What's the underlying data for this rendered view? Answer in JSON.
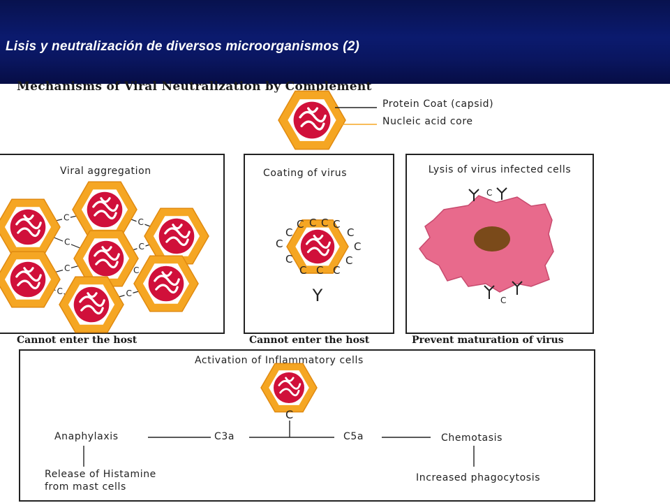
{
  "slide_title": "Lisis y neutralización de diversos microorganismos (2)",
  "figure": {
    "title": "Mechanisms of Viral Neutralization by Complement",
    "legend": {
      "protein_coat": "Protein Coat (capsid)",
      "nucleic_acid": "Nucleic acid core"
    },
    "panels": [
      {
        "title": "Viral aggregation",
        "caption": "Cannot enter the host"
      },
      {
        "title": "Coating of virus",
        "caption": "Cannot enter the host"
      },
      {
        "title": "Lysis of virus infected cells",
        "caption": "Prevent maturation of virus"
      }
    ],
    "inflammation": {
      "title": "Activation of Inflammatory cells",
      "complement": "C",
      "c3a": "C3a",
      "c5a": "C5a",
      "left_effect": "Anaphylaxis",
      "left_outcome_1": "Release of Histamine",
      "left_outcome_2": "from mast cells",
      "right_effect": "Chemotasis",
      "right_outcome": "Increased phagocytosis"
    },
    "complement_letter": "C",
    "antibody_symbol": "Y"
  },
  "colors": {
    "capsid": "#f5a623",
    "core": "#d0103a",
    "cell": "#e86a8c",
    "nucleus": "#7a4a1a",
    "header": "#0b1a6e"
  }
}
